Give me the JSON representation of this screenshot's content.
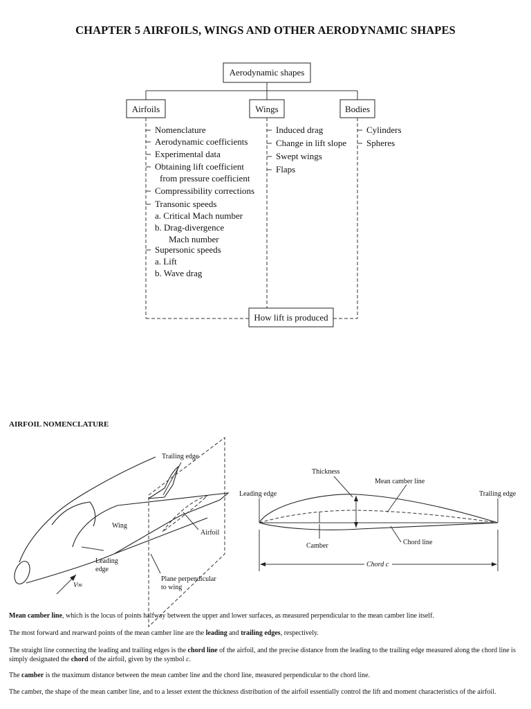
{
  "title": "CHAPTER 5 AIRFOILS, WINGS AND OTHER AERODYNAMIC SHAPES",
  "diagram": {
    "root": "Aerodynamic shapes",
    "airfoils": {
      "header": "Airfoils",
      "items": [
        "Nomenclature",
        "Aerodynamic coefficients",
        "Experimental data",
        "Obtaining lift coefficient",
        "from pressure coefficient",
        "Compressibility corrections",
        "Transonic speeds",
        "a. Critical Mach number",
        "b. Drag-divergence",
        "Mach number",
        "Supersonic speeds",
        "a. Lift",
        "b. Wave drag"
      ]
    },
    "wings": {
      "header": "Wings",
      "items": [
        "Induced drag",
        "Change in lift slope",
        "Swept wings",
        "Flaps"
      ]
    },
    "bodies": {
      "header": "Bodies",
      "items": [
        "Cylinders",
        "Spheres"
      ]
    },
    "bottom": "How lift is produced"
  },
  "section_heading": "AIRFOIL NOMENCLATURE",
  "figure_left": {
    "trailing_edge": "Trailing edge",
    "wing": "Wing",
    "airfoil": "Airfoil",
    "leading_line1": "Leading",
    "leading_line2": "edge",
    "plane_line1": "Plane perpendicular",
    "plane_line2": "to wing",
    "v_inf": "V∞"
  },
  "figure_right": {
    "thickness": "Thickness",
    "mean_camber_line": "Mean camber line",
    "leading_edge": "Leading edge",
    "trailing_edge": "Trailing edge",
    "camber": "Camber",
    "chord_line": "Chord line",
    "chord": "Chord c"
  },
  "paragraphs": {
    "p1": {
      "b1": "Mean camber line",
      "t1": ", which is the locus of points halfway between the upper and lower surfaces, as measured perpendicular to the mean camber line itself."
    },
    "p2": {
      "t1": "The most forward and rearward points of the mean camber line are the ",
      "b1": "leading",
      "t2": " and ",
      "b2": "trailing edges",
      "t3": ", respectively."
    },
    "p3": {
      "t1": "The straight line connecting the leading and trailing edges is the ",
      "b1": "chord line",
      "t2": " of the airfoil, and the precise distance from the leading to the trailing edge measured along the chord line is simply designated the ",
      "b2": "chord",
      "t3": " of the airfoil, given by the symbol ",
      "i1": "c",
      "t4": "."
    },
    "p4": {
      "t1": "The ",
      "b1": "camber",
      "t2": " is the maximum distance between the mean camber line and the chord line, measured perpendicular to the chord line."
    },
    "p5": {
      "t1": "The camber, the shape of the mean camber line, and to a lesser extent the thickness distribution of the airfoil essentially control the lift and moment characteristics of the airfoil."
    }
  }
}
